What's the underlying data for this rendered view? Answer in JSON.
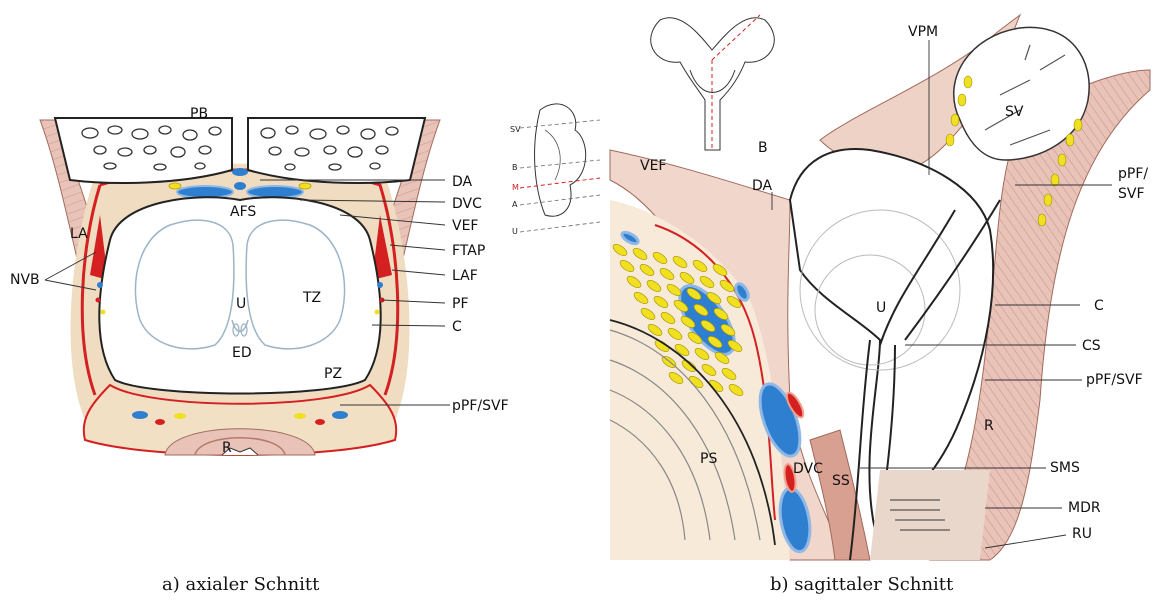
{
  "panel_a": {
    "caption": "a) axialer Schnitt",
    "labels": {
      "pb": "PB",
      "la": "LA",
      "nvb": "NVB",
      "afs": "AFS",
      "u": "U",
      "tz": "TZ",
      "ed": "ED",
      "pz": "PZ",
      "r": "R",
      "da": "DA",
      "dvc": "DVC",
      "vef": "VEF",
      "ftap": "FTAP",
      "laf": "LAF",
      "pf": "PF",
      "c": "C",
      "ppf_svf": "pPF/SVF"
    },
    "inset_labels": {
      "sv": "SV",
      "b": "B",
      "m": "M",
      "a": "A",
      "u": "U"
    }
  },
  "panel_b": {
    "caption": "b) sagittaler Schnitt",
    "labels": {
      "b": "B",
      "vef": "VEF",
      "da": "DA",
      "u": "U",
      "ps": "PS",
      "dvc": "DVC",
      "ss": "SS",
      "vpm": "VPM",
      "sv": "SV",
      "ppf_svf_top_1": "pPF/",
      "ppf_svf_top_2": "SVF",
      "c": "C",
      "cs": "CS",
      "ppf_svf": "pPF/SVF",
      "r": "R",
      "sms": "SMS",
      "mdr": "MDR",
      "ru": "RU"
    }
  },
  "colors": {
    "fascia_red": "#d42020",
    "vein_blue": "#2f7fd0",
    "fat_yellow": "#f0e020",
    "muscle_pink": "#e9c2b8",
    "tissue_beige": "#f0dcc0",
    "bone_outline": "#222222"
  }
}
